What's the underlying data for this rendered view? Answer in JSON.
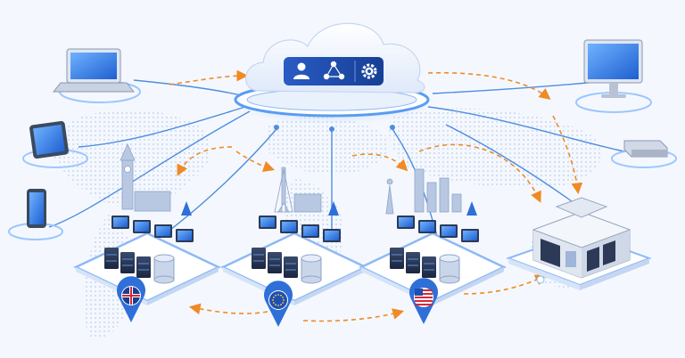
{
  "scene": {
    "description_free": true
  },
  "cloud": {
    "icons": [
      "user-icon",
      "network-nodes-icon",
      "gear-icon"
    ],
    "accent": "#2f6fd8",
    "panel": "#1f4fb0"
  },
  "devices": [
    "laptop",
    "tablet",
    "smartphone",
    "desktop-monitor",
    "mini-pc"
  ],
  "regions": [
    {
      "id": "uk",
      "landmark": "big-ben",
      "flag": "uk-flag-icon"
    },
    {
      "id": "eu",
      "landmark": "eiffel-tower",
      "flag": "eu-flag-icon"
    },
    {
      "id": "us",
      "landmark": "statue-of-liberty",
      "flag": "us-flag-icon"
    }
  ],
  "central_datacenter": {
    "icon": "data-center-building-icon"
  },
  "colors": {
    "background": "#f4f8fe",
    "link_line": "#4f8de0",
    "arrow": "#f08a24",
    "platform": "#ffffff",
    "map_dots": "#b9cbe8"
  }
}
